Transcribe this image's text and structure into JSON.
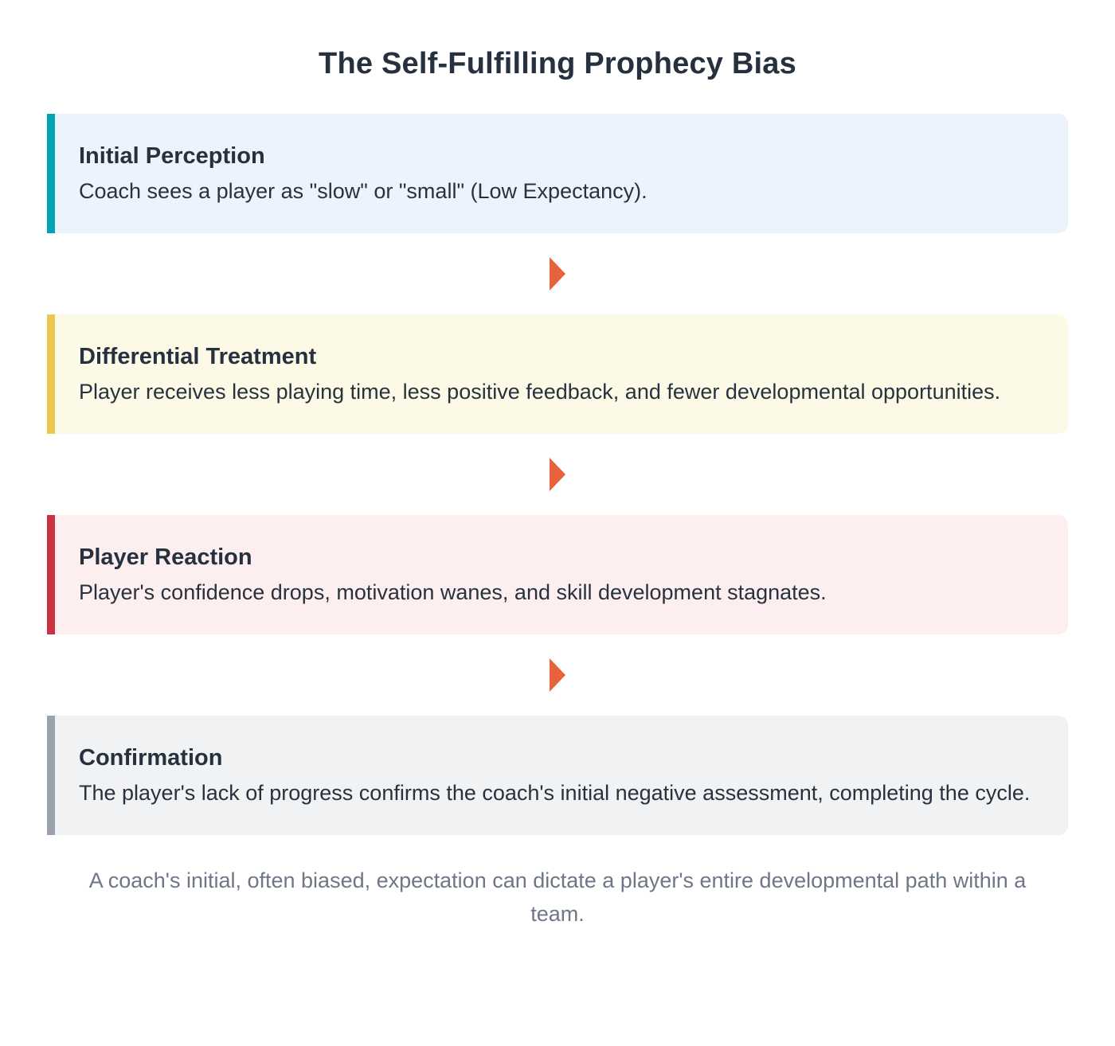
{
  "title": "The Self-Fulfilling Prophecy Bias",
  "steps": [
    {
      "title": "Initial Perception",
      "description": "Coach sees a player as \"slow\" or \"small\" (Low Expectancy).",
      "accent_color": "#00a3b3",
      "background_color": "#edf3fc"
    },
    {
      "title": "Differential Treatment",
      "description": "Player receives less playing time, less positive feedback, and fewer developmental opportunities.",
      "accent_color": "#edc84f",
      "background_color": "#fdf9e7"
    },
    {
      "title": "Player Reaction",
      "description": "Player's confidence drops, motivation wanes, and skill development stagnates.",
      "accent_color": "#cb3343",
      "background_color": "#fdefef"
    },
    {
      "title": "Confirmation",
      "description": "The player's lack of progress confirms the coach's initial negative assessment, completing the cycle.",
      "accent_color": "#9aa2ae",
      "background_color": "#f0f2f4"
    }
  ],
  "arrow_color": "#e8623c",
  "caption": "A coach's initial, often biased, expectation can dictate a player's entire developmental path within a team."
}
